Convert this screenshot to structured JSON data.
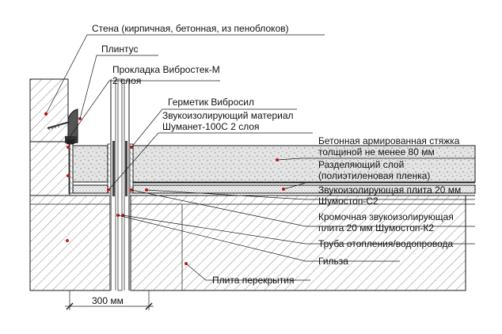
{
  "labels": {
    "wall": "Стена (кирпичная, бетонная, из пеноблоков)",
    "plinth": "Плинтус",
    "gasket_1": "Прокладка Вибростек-М",
    "gasket_2": "2 слоя",
    "sealant": "Герметик Вибросил",
    "sound_mat_1": "Звукоизолирующий материал",
    "sound_mat_2": "Шуманет-100С 2 слоя",
    "screed_1": "Бетонная армированная стяжка",
    "screed_2": "толщиной не менее 80 мм",
    "separator_1": "Разделяющий слой",
    "separator_2": "(полиэтиленовая пленка)",
    "board_1": "Звукоизолирующая плита 20 мм",
    "board_2": "Шумостоп-С2",
    "edge_1": "Кромочная звукоизолирующая",
    "edge_2": "плита 20 мм Шумостоп-К2",
    "pipe": "Труба отопления/водопровода",
    "sleeve": "Гильза",
    "slab": "Плита перекрытия",
    "dimension": "300 мм"
  },
  "colors": {
    "line": "#1a1a1a",
    "hatch": "#6b6b6b",
    "concrete": "#e9e9e9",
    "red_dot": "#c81a1a"
  }
}
